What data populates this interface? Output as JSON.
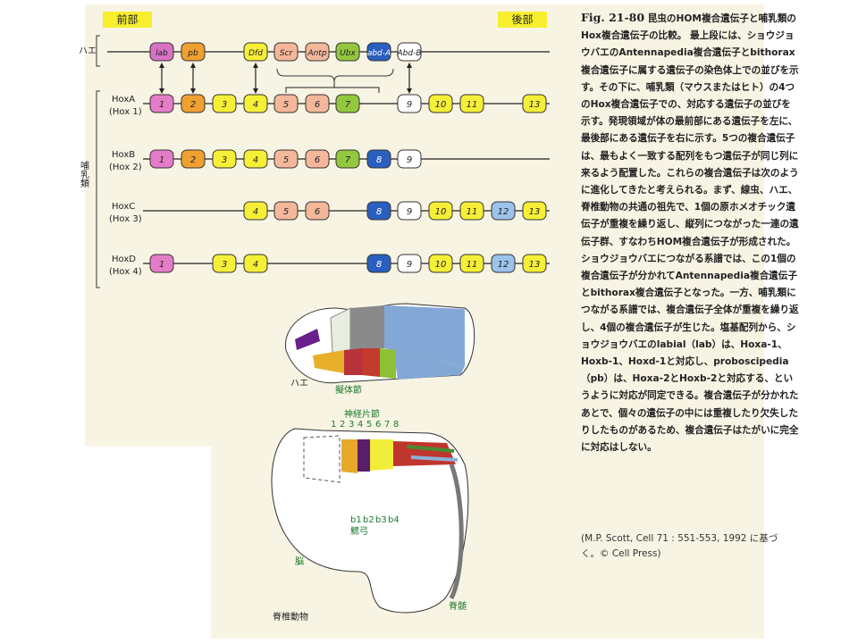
{
  "header": {
    "anterior": "前部",
    "posterior": "後部"
  },
  "labels": {
    "fly": "ハエ",
    "mammal": "哺乳類",
    "fly_embryo": "ハエ",
    "somites": "擬体節",
    "rhombomere": "神経片節",
    "rhombo_numbers": [
      "1",
      "2",
      "3",
      "4",
      "5",
      "6",
      "7",
      "8"
    ],
    "branchial": [
      "b1",
      "b2",
      "b3",
      "b4"
    ],
    "gill_arch": "鰓弓",
    "brain": "脳",
    "spinal_cord": "脊髄",
    "vertebrate": "脊椎動物"
  },
  "fly_genes": [
    "lab",
    "pb",
    "Dfd",
    "Scr",
    "Antp",
    "Ubx",
    "abd-A",
    "Abd-B"
  ],
  "hox_rows": [
    {
      "name": "HoxA",
      "alt": "(Hox 1)",
      "genes": [
        "1",
        "2",
        "3",
        "4",
        "5",
        "6",
        "7",
        "9",
        "10",
        "11",
        "13"
      ]
    },
    {
      "name": "HoxB",
      "alt": "(Hox 2)",
      "genes": [
        "1",
        "2",
        "3",
        "4",
        "5",
        "6",
        "7",
        "8",
        "9"
      ]
    },
    {
      "name": "HoxC",
      "alt": "(Hox 3)",
      "genes": [
        "4",
        "5",
        "6",
        "8",
        "9",
        "10",
        "11",
        "12",
        "13"
      ]
    },
    {
      "name": "HoxD",
      "alt": "(Hox 4)",
      "genes": [
        "1",
        "3",
        "4",
        "8",
        "9",
        "10",
        "11",
        "12",
        "13"
      ]
    }
  ],
  "colors": {
    "c1": "#e57cc8",
    "c2": "#f0a030",
    "c3": "#f6ef38",
    "c4": "#f6ef38",
    "c5": "#f4b79a",
    "c6": "#f4b79a",
    "c7": "#93c83e",
    "c8": "#2a5fbf",
    "c9": "#ffffff",
    "c10": "#f6ef38",
    "c11": "#f6ef38",
    "c12": "#9cc3ea",
    "c13": "#f6ef38"
  },
  "caption": {
    "figure_no": "Fig. 21-80",
    "title": "昆虫のHOM複合遺伝子と哺乳類のHox複合遺伝子の比較。",
    "body": "最上段には、ショウジョウバエのAntennapedia複合遺伝子とbithorax複合遺伝子に属する遺伝子の染色体上での並びを示す。その下に、哺乳類（マウスまたはヒト）の4つのHox複合遺伝子での、対応する遺伝子の並びを示す。発現領域が体の最前部にある遺伝子を左に、最後部にある遺伝子を右に示す。5つの複合遺伝子は、最もよく一致する配列をもつ遺伝子が同じ列に来るよう配置した。これらの複合遺伝子は次のように進化してきたと考えられる。まず、線虫、ハエ、脊椎動物の共通の祖先で、1個の原ホメオチック遺伝子が重複を繰り返し、縦列につながった一連の遺伝子群、すなわちHOM複合遺伝子が形成された。ショウジョウバエにつながる系譜では、この1個の複合遺伝子が分かれてAntennapedia複合遺伝子とbithorax複合遺伝子となった。一方、哺乳類につながる系譜では、複合遺伝子全体が重複を繰り返し、4個の複合遺伝子が生じた。塩基配列から、ショウジョウバエのlabial（lab）は、Hoxa-1、Hoxb-1、Hoxd-1と対応し、proboscipedia（pb）は、Hoxa-2とHoxb-2と対応する、というように対応が同定できる。複合遺伝子が分かれたあとで、個々の遺伝子の中には重複したり欠失したりしたものがあるため、複合遺伝子はたがいに完全に対応はしない。"
  },
  "citation": "(M.P. Scott, Cell 71 : 551-553, 1992 に基づく。© Cell Press)"
}
